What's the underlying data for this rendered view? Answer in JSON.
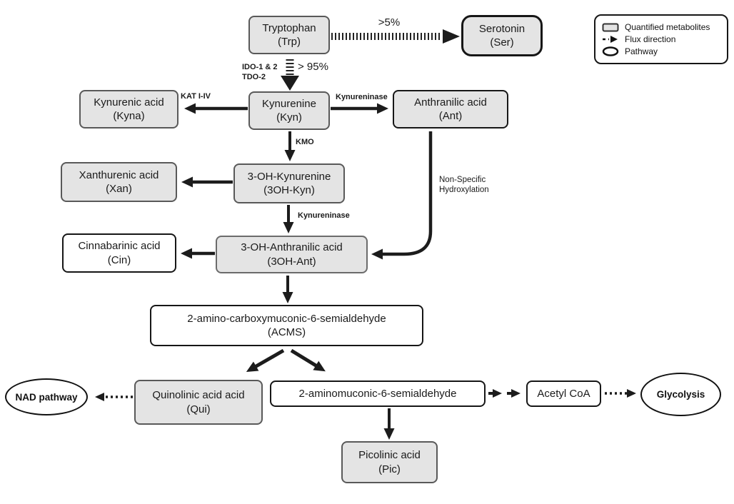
{
  "colors": {
    "box_fill": "#e4e4e4",
    "box_border_gray": "#595959",
    "box_border_black": "#161616",
    "arrow": "#1c1c1c",
    "background": "#ffffff"
  },
  "legend": {
    "items": [
      {
        "label": "Quantified metabolites"
      },
      {
        "label": "Flux direction"
      },
      {
        "label": "Pathway"
      }
    ]
  },
  "nodes": {
    "tryptophan": {
      "name": "Tryptophan",
      "abbr": "(Trp)"
    },
    "serotonin": {
      "name": "Serotonin",
      "abbr": "(Ser)"
    },
    "kynurenic": {
      "name": "Kynurenic acid",
      "abbr": "(Kyna)"
    },
    "kynurenine": {
      "name": "Kynurenine",
      "abbr": "(Kyn)"
    },
    "anthranilic": {
      "name": "Anthranilic acid",
      "abbr": "(Ant)"
    },
    "xanthurenic": {
      "name": "Xanthurenic acid",
      "abbr": "(Xan)"
    },
    "oh_kynurenine": {
      "name": "3-OH-Kynurenine",
      "abbr": "(3OH-Kyn)"
    },
    "cinnabarinic": {
      "name": "Cinnabarinic acid",
      "abbr": "(Cin)"
    },
    "oh_anthranilic": {
      "name": "3-OH-Anthranilic acid",
      "abbr": "(3OH-Ant)"
    },
    "acms": {
      "name": "2-amino-carboxymuconic-6-semialdehyde",
      "abbr": "(ACMS)"
    },
    "quinolinic": {
      "name": "Quinolinic acid acid",
      "abbr": "(Qui)"
    },
    "aminomuconic": {
      "name": "2-aminomuconic-6-semialdehyde"
    },
    "acetyl_coa": {
      "name": "Acetyl CoA"
    },
    "picolinic": {
      "name": "Picolinic acid",
      "abbr": "(Pic)"
    },
    "nad_pathway": {
      "name": "NAD pathway"
    },
    "glycolysis": {
      "name": "Glycolysis"
    }
  },
  "edge_labels": {
    "to_serotonin": ">5%",
    "to_kynurenine": "> 95%",
    "ido_line1": "IDO-1 & 2",
    "ido_line2": "TDO-2",
    "kat": "KAT I-IV",
    "kynureninase_right": "Kynureninase",
    "kmo": "KMO",
    "kynureninase_down": "Kynureninase",
    "nonspecific_line1": "Non-Specific",
    "nonspecific_line2": "Hydroxylation"
  }
}
